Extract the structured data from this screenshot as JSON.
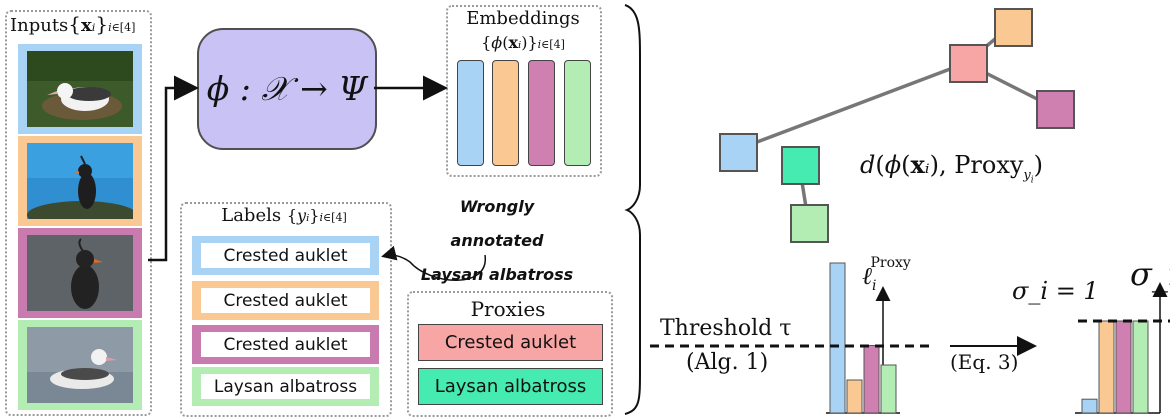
{
  "inputs": {
    "title": "Inputs",
    "set_notation": "{x_i}_{i∈[4]}",
    "images": [
      {
        "subject": "Laysan albatross on nest",
        "frame_color": "#a9d3f5"
      },
      {
        "subject": "Crested auklet on rock",
        "frame_color": "#f9c893"
      },
      {
        "subject": "Crested auklet",
        "frame_color": "#c97bb0"
      },
      {
        "subject": "Laysan albatross swimming",
        "frame_color": "#b4edb4"
      }
    ]
  },
  "model": {
    "label": "ϕ : 𝒳 → Ψ",
    "fill": "#c8c2f5"
  },
  "embeddings": {
    "title": "Embeddings",
    "set_notation": "{ϕ(x_i)}_{i∈[4]}",
    "bar_colors": [
      "#a9d3f5",
      "#f9c893",
      "#d080b0",
      "#b4edb4"
    ]
  },
  "labels": {
    "title": "Labels",
    "set_notation": "{y_i}_{i∈[4]}",
    "items": [
      {
        "text": "Crested auklet",
        "frame_color": "#a9d3f5"
      },
      {
        "text": "Crested auklet",
        "frame_color": "#f9c893"
      },
      {
        "text": "Crested auklet",
        "frame_color": "#c97bb0"
      },
      {
        "text": "Laysan albatross",
        "frame_color": "#b4edb4"
      }
    ]
  },
  "annotation": {
    "line1": "Wrongly annotated",
    "line2": "Laysan albatross"
  },
  "proxies": {
    "title": "Proxies",
    "items": [
      {
        "text": "Crested auklet",
        "color": "#f7a5a5"
      },
      {
        "text": "Laysan albatross",
        "color": "#45ebb0"
      }
    ]
  },
  "distance_graph": {
    "formula": "d(ϕ(x_i), Proxy_{y_i})",
    "node_colors": {
      "proxy_auklet": "#f7a5a5",
      "proxy_albatross": "#45ebb0",
      "emb_blue": "#a9d3f5",
      "emb_orange": "#f9c893",
      "emb_purple": "#d080b0",
      "emb_green": "#b4edb4"
    }
  },
  "loss_chart": {
    "y_label": "ℓ_i^Proxy",
    "threshold_label": "Threshold τ",
    "threshold_ref": "(Alg. 1)",
    "bar_colors": [
      "#a9d3f5",
      "#f9c893",
      "#d080b0",
      "#b4edb4"
    ],
    "relative_heights": [
      1.0,
      0.22,
      0.45,
      0.32
    ],
    "threshold_fraction": 0.66
  },
  "transition": {
    "label": "(Eq. 3)"
  },
  "sigma_chart": {
    "value_label": "σ_i = 1",
    "y_label": "σ_i",
    "bar_colors": [
      "#a9d3f5",
      "#f9c893",
      "#d080b0",
      "#b4edb4"
    ],
    "relative_heights": [
      0.15,
      1.0,
      1.0,
      1.0
    ]
  }
}
